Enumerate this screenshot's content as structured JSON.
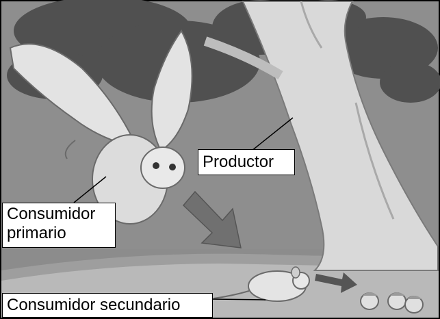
{
  "labels": {
    "producer": "Productor",
    "primary_consumer": "Consumidor primario",
    "secondary_consumer": "Consumidor secundario"
  },
  "colors": {
    "frame": "#000000",
    "background_gray": "#8a8a8a",
    "foliage": "#4d4d4d",
    "trunk": "#d8d8d8",
    "arrow": "#6f6f6f"
  }
}
